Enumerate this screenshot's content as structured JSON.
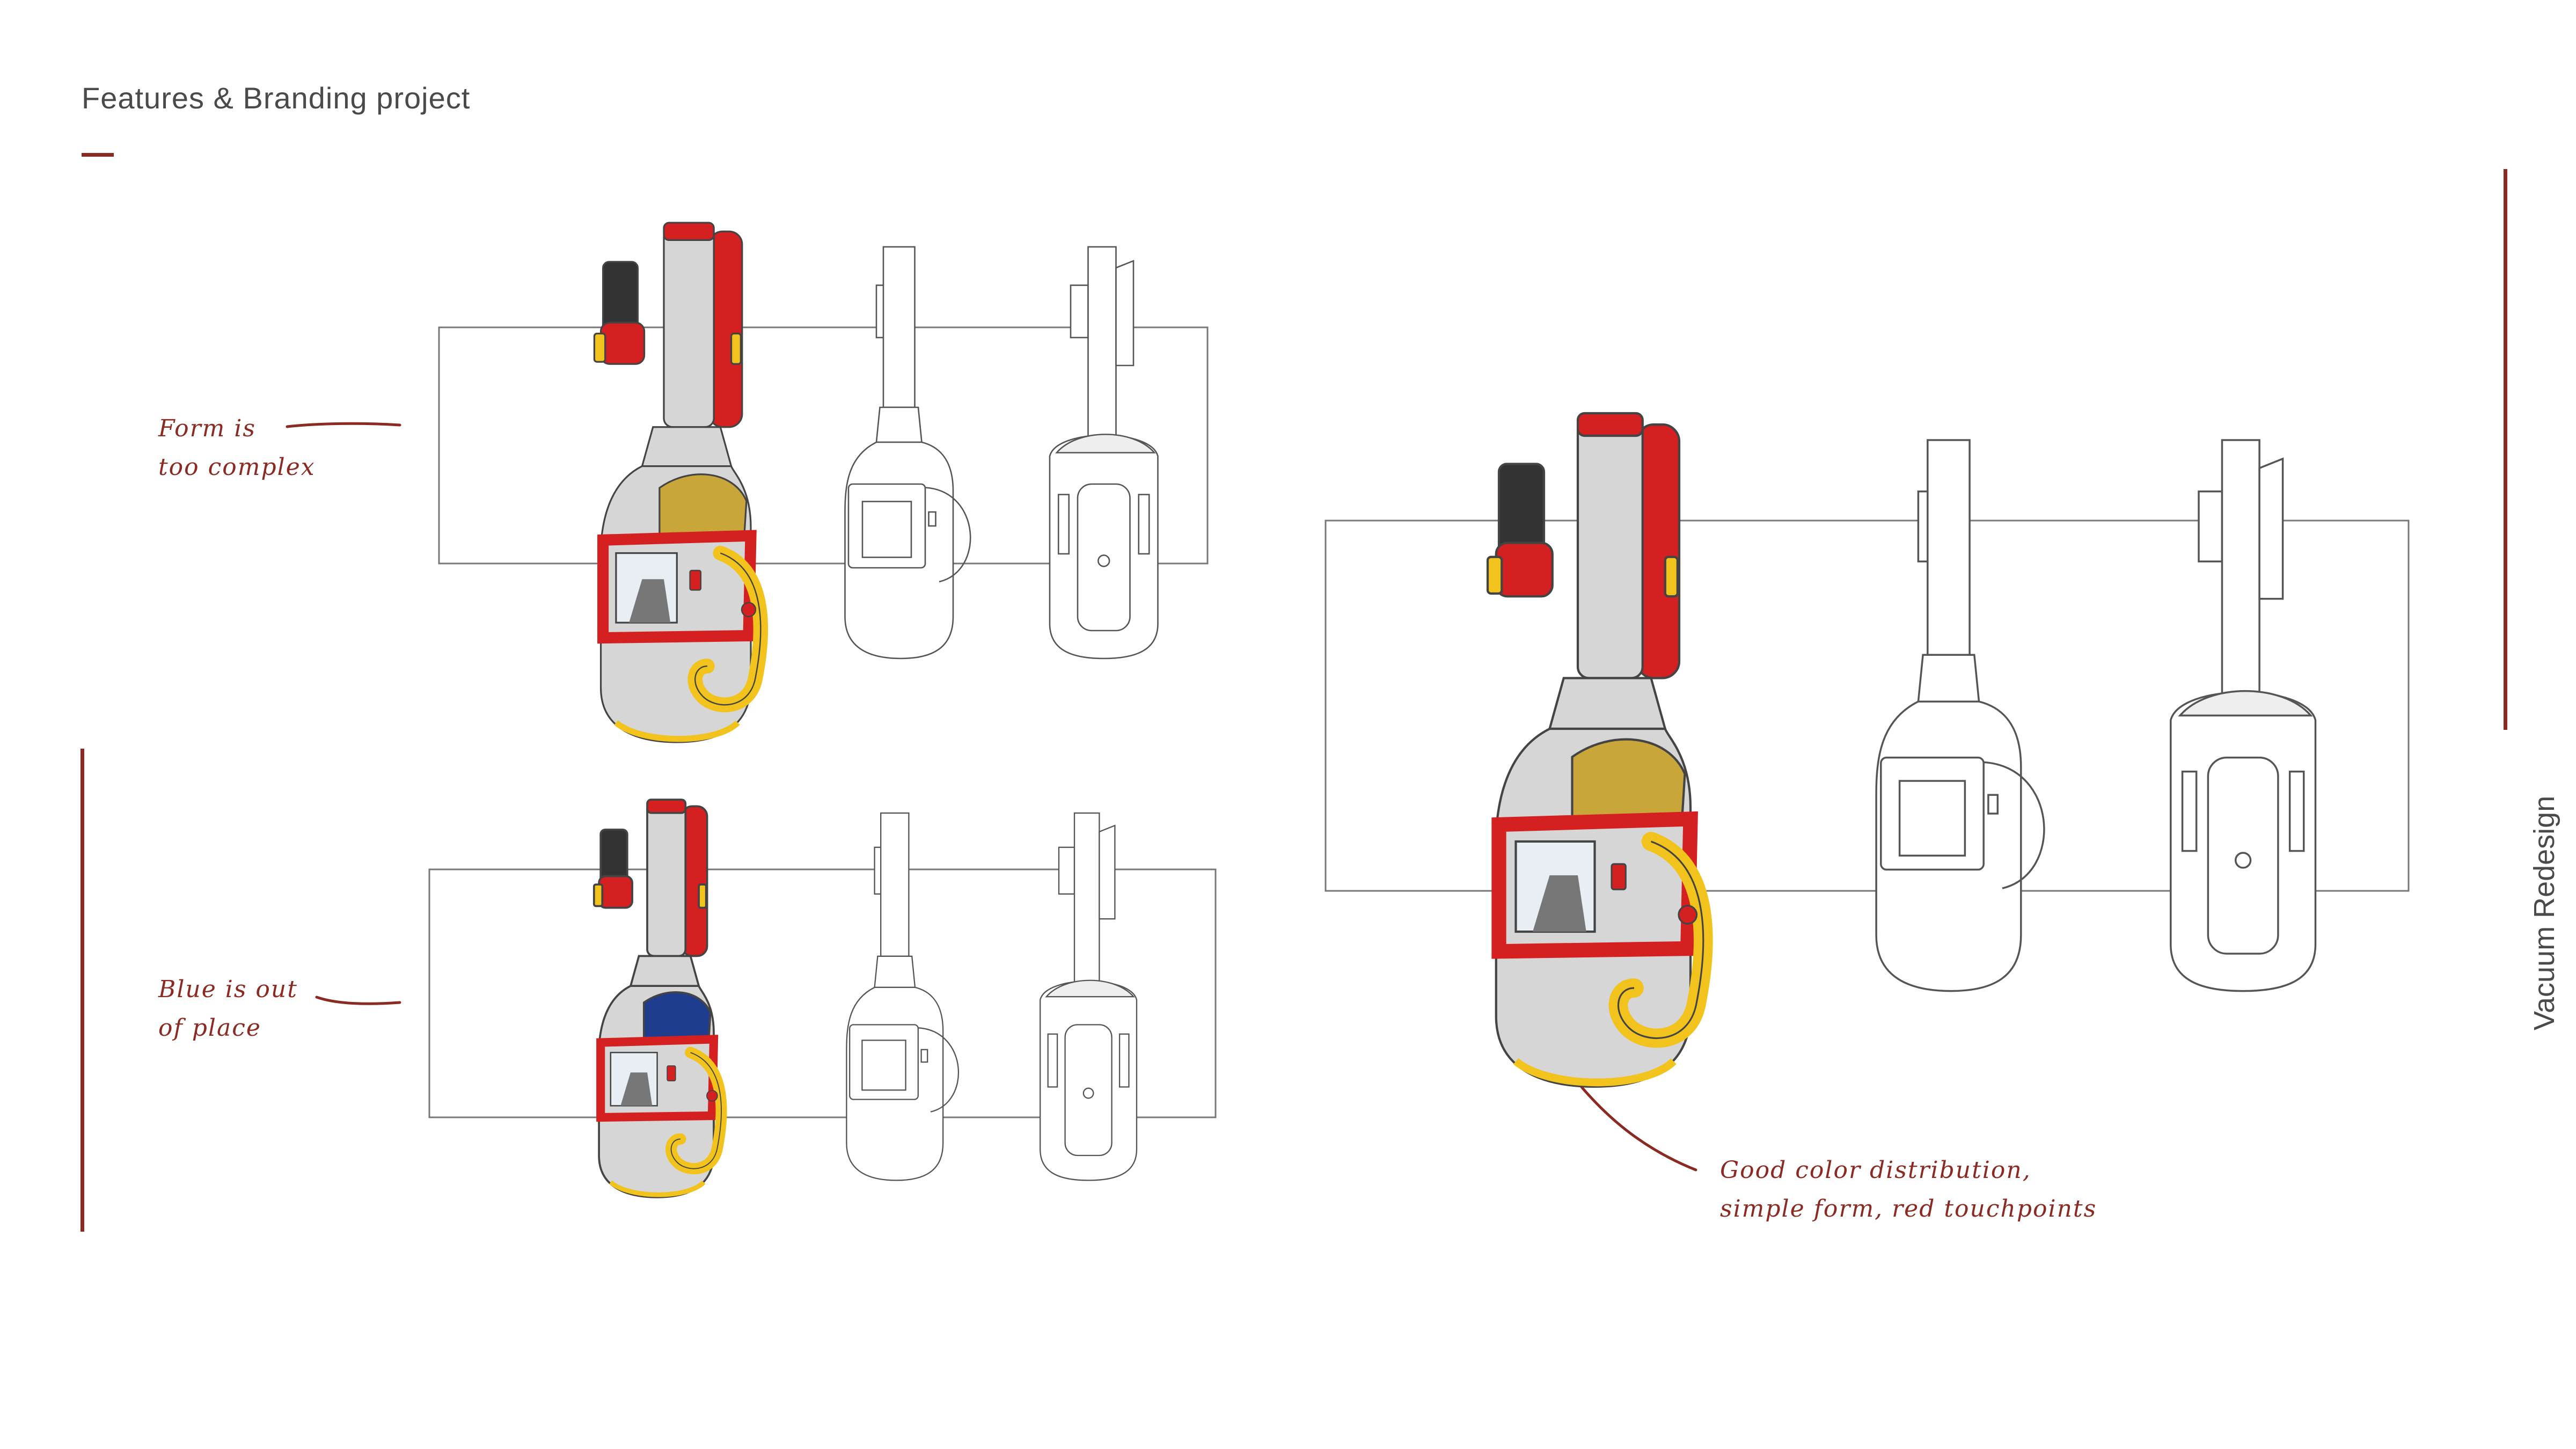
{
  "header": {
    "title": "Features & Branding project"
  },
  "side_label": "Vacuum Redesign",
  "annotations": {
    "form_line1": "Form is",
    "form_line2": "too complex",
    "blue_line1": "Blue is out",
    "blue_line2": "of place",
    "good_line1": "Good color distribution,",
    "good_line2": "simple form, red touchpoints"
  },
  "colors": {
    "accent": "#8b2a22",
    "red": "#d42020",
    "yellow": "#f2c21d",
    "blue": "#1f3d8f",
    "grey": "#d6d6d6",
    "brush": "#333333",
    "outline": "#6d6d6d"
  },
  "icons": [
    "brush-attachment-icon",
    "vacuum-body-icon"
  ]
}
